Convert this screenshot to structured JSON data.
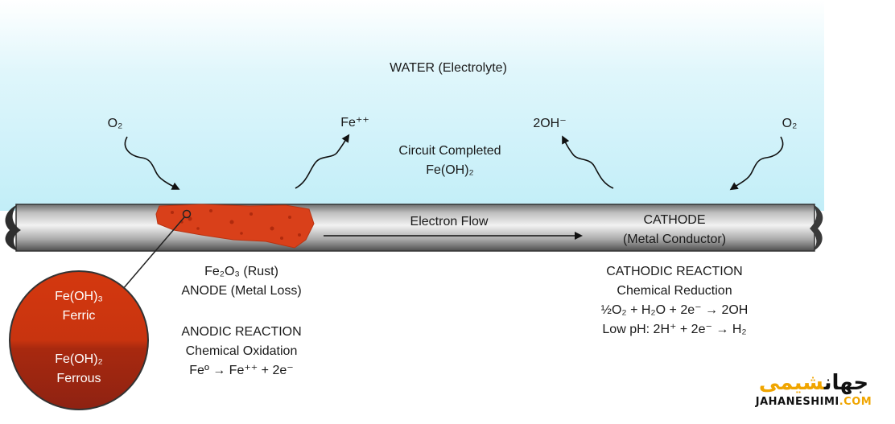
{
  "water_label": "WATER (Electrolyte)",
  "o2_left": "O₂",
  "fe_ion": "Fe⁺⁺",
  "hydroxide": "2OH⁻",
  "o2_right": "O₂",
  "circuit": {
    "line1": "Circuit Completed",
    "line2": "Fe(OH)₂"
  },
  "electron_flow": "Electron Flow",
  "cathode": {
    "line1": "CATHODE",
    "line2": "(Metal Conductor)"
  },
  "anode_info": {
    "line1": "Fe₂O₃ (Rust)",
    "line2": "ANODE (Metal Loss)"
  },
  "anodic_reaction": {
    "line1": "ANODIC REACTION",
    "line2": "Chemical Oxidation",
    "line3": "Feº → Fe⁺⁺ + 2e⁻"
  },
  "cathodic_reaction": {
    "line1": "CATHODIC REACTION",
    "line2": "Chemical Reduction",
    "line3": "½O₂ + H₂O + 2e⁻ → 2OH",
    "line4": "Low pH: 2H⁺ + 2e⁻ → H₂"
  },
  "circle": {
    "top": {
      "line1": "Fe(OH)₃",
      "line2": "Ferric"
    },
    "bottom": {
      "line1": "Fe(OH)₂",
      "line2": "Ferrous"
    }
  },
  "logo": {
    "persian_main": "جهان",
    "persian_accent": "شیمی",
    "latin_main": "JAHANESHIMI",
    "latin_suffix": ".COM"
  },
  "colors": {
    "water_top": "#ffffff",
    "water_bottom": "#c2eef8",
    "rust": "#d9401a",
    "ferric": "#d4380f",
    "ferrous": "#9c2614",
    "pipe_light": "#e6e6e6",
    "pipe_dark": "#555555",
    "logo_accent": "#f0a500"
  }
}
